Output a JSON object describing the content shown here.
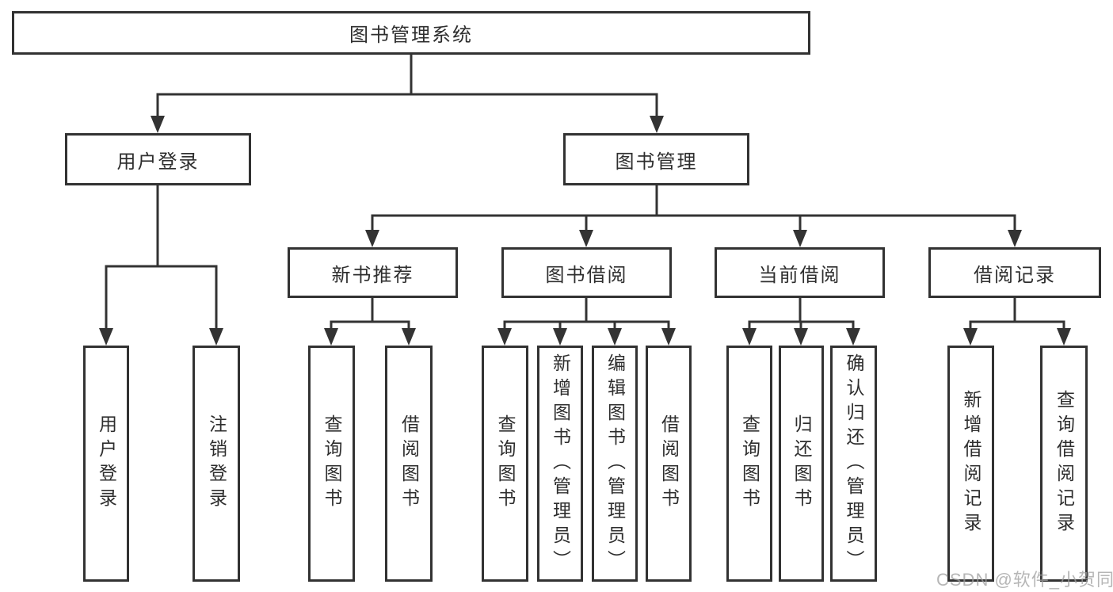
{
  "title": "图书管理系统",
  "tree": {
    "root": {
      "label": "图书管理系统"
    },
    "level2": [
      {
        "label": "用户登录",
        "children": [
          {
            "label": "用户登录"
          },
          {
            "label": "注销登录"
          }
        ]
      },
      {
        "label": "图书管理",
        "children": [
          {
            "label": "新书推荐",
            "children": [
              {
                "label": "查询图书"
              },
              {
                "label": "借阅图书"
              }
            ]
          },
          {
            "label": "图书借阅",
            "children": [
              {
                "label": "查询图书"
              },
              {
                "label": "新增图书（管理员）"
              },
              {
                "label": "编辑图书（管理员）"
              },
              {
                "label": "借阅图书"
              }
            ]
          },
          {
            "label": "当前借阅",
            "children": [
              {
                "label": "查询图书"
              },
              {
                "label": "归还图书"
              },
              {
                "label": "确认归还（管理员）"
              }
            ]
          },
          {
            "label": "借阅记录",
            "children": [
              {
                "label": "新增借阅记录"
              },
              {
                "label": "查询借阅记录"
              }
            ]
          }
        ]
      }
    ]
  },
  "watermark": "CSDN @软件_小贺同学",
  "colors": {
    "line": "#333333",
    "box_border": "#323232",
    "text": "#2e2e2e",
    "box_background": "#ffffff",
    "page_background": "#ffffff",
    "watermark": "#9e9e9e"
  }
}
